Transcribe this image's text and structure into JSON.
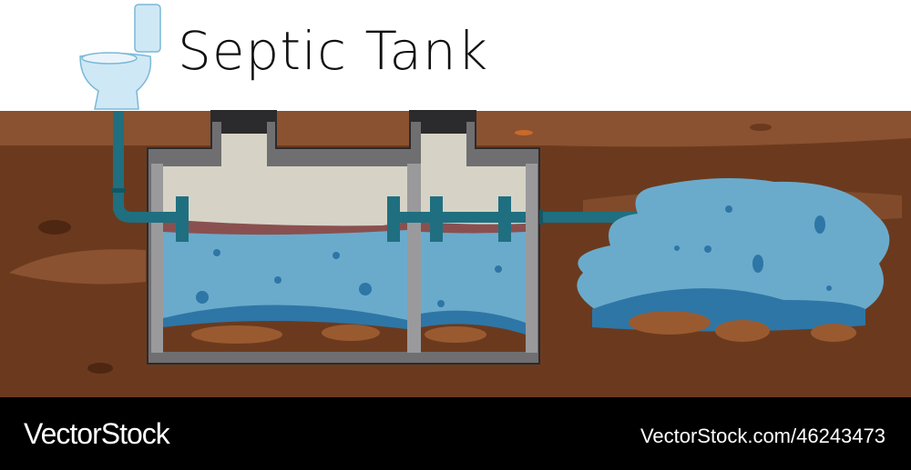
{
  "title": "Septic Tank",
  "watermark": {
    "brand": "VectorStock",
    "url": "VectorStock.com/46243473"
  },
  "colors": {
    "soil_top": "#8a5230",
    "soil_deep": "#6b3a1e",
    "concrete": "#6f6f72",
    "tank_air": "#d6d3c6",
    "water": "#6aabcc",
    "water_dark": "#2e76a6",
    "scum": "#8a5050",
    "pipe": "#1f6f80",
    "lid": "#2b2b2d"
  }
}
